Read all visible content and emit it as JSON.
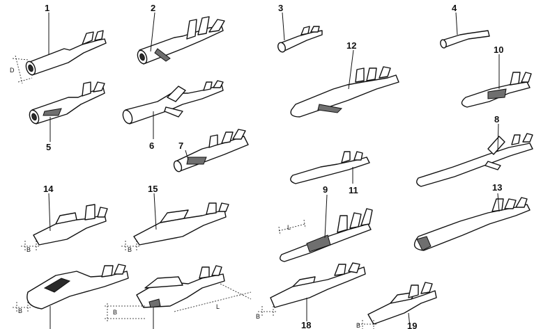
{
  "callouts": {
    "c1": "1",
    "c2": "2",
    "c3": "3",
    "c4": "4",
    "c5": "5",
    "c6": "6",
    "c7": "7",
    "c8": "8",
    "c9": "9",
    "c10": "10",
    "c11": "11",
    "c12": "12",
    "c13": "13",
    "c14": "14",
    "c15": "15",
    "c18": "18",
    "c19": "19"
  },
  "dimensions": {
    "diameter": "D",
    "width": "B",
    "length": "L"
  },
  "colors": {
    "line": "#111111",
    "shade": "#6f6f6f",
    "background": "#ffffff"
  }
}
